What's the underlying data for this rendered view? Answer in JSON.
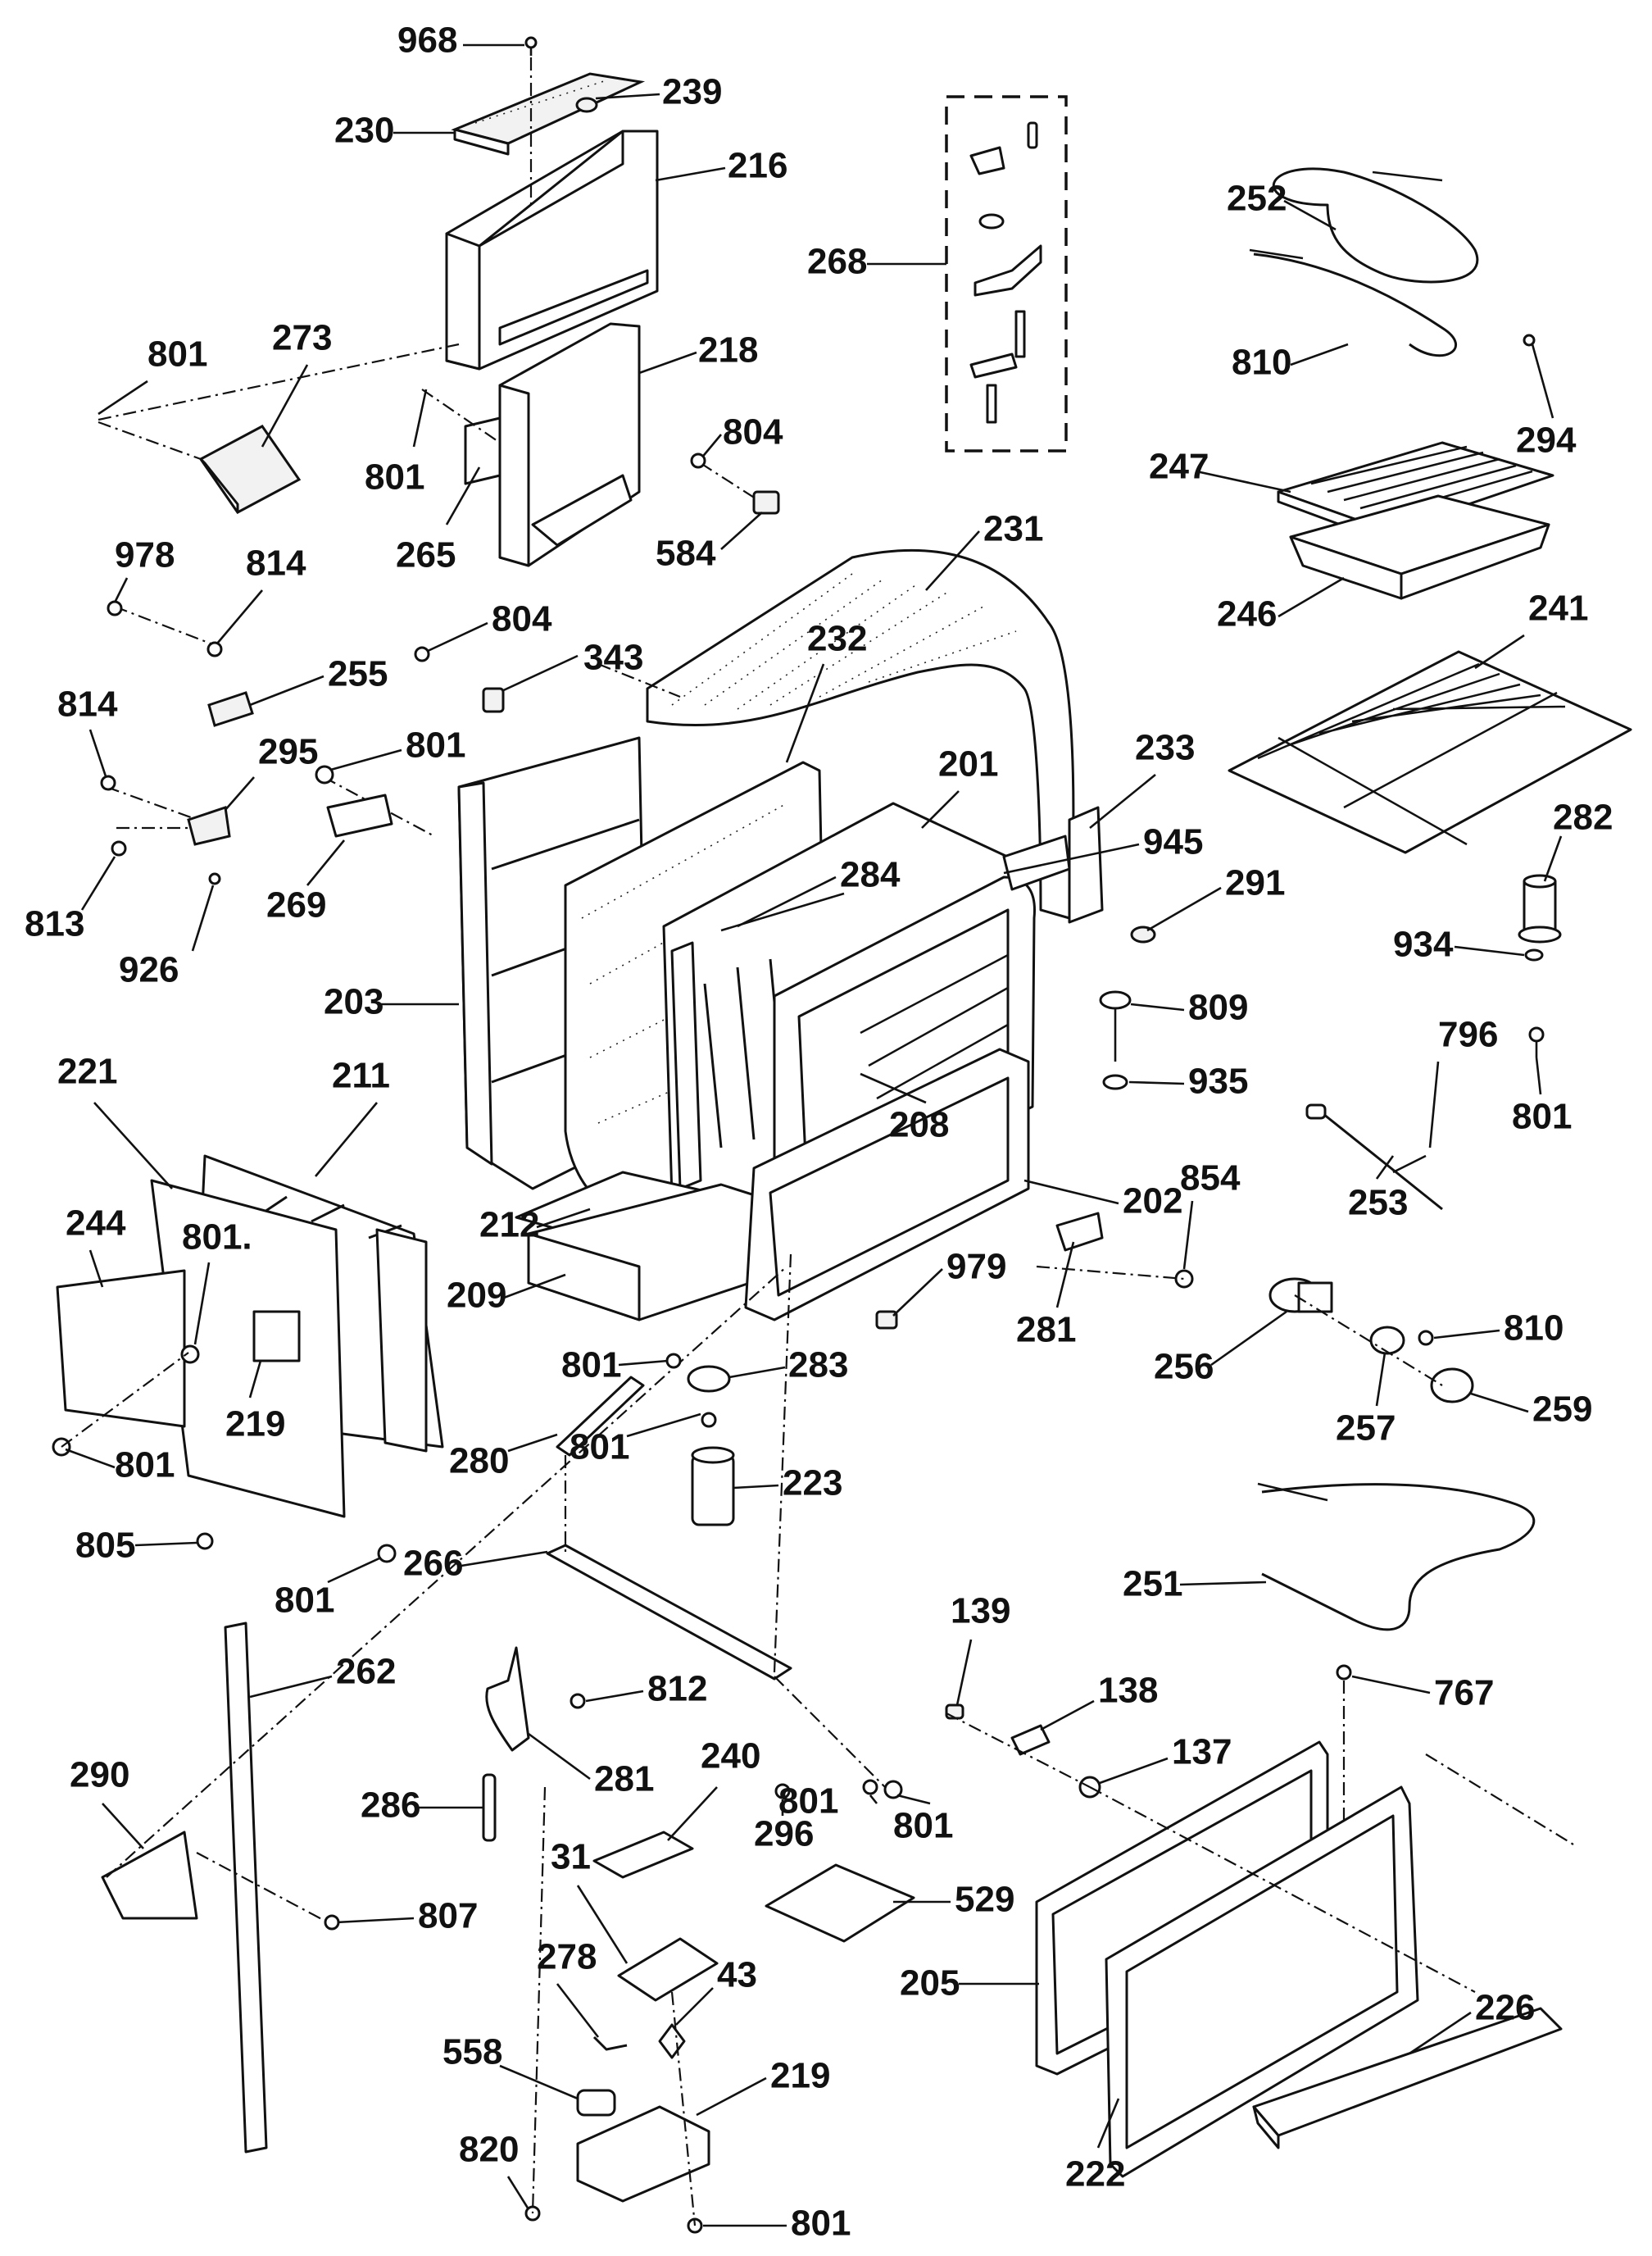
{
  "callouts": [
    {
      "id": "968",
      "text": "968"
    },
    {
      "id": "239",
      "text": "239"
    },
    {
      "id": "230",
      "text": "230"
    },
    {
      "id": "216",
      "text": "216"
    },
    {
      "id": "268",
      "text": "268"
    },
    {
      "id": "252",
      "text": "252"
    },
    {
      "id": "810a",
      "text": "810"
    },
    {
      "id": "294",
      "text": "294"
    },
    {
      "id": "801a",
      "text": "801"
    },
    {
      "id": "273",
      "text": "273"
    },
    {
      "id": "218",
      "text": "218"
    },
    {
      "id": "801b",
      "text": "801"
    },
    {
      "id": "265",
      "text": "265"
    },
    {
      "id": "804a",
      "text": "804"
    },
    {
      "id": "584",
      "text": "584"
    },
    {
      "id": "247",
      "text": "247"
    },
    {
      "id": "246",
      "text": "246"
    },
    {
      "id": "231",
      "text": "231"
    },
    {
      "id": "241",
      "text": "241"
    },
    {
      "id": "978",
      "text": "978"
    },
    {
      "id": "814a",
      "text": "814"
    },
    {
      "id": "804b",
      "text": "804"
    },
    {
      "id": "343",
      "text": "343"
    },
    {
      "id": "232",
      "text": "232"
    },
    {
      "id": "255",
      "text": "255"
    },
    {
      "id": "814b",
      "text": "814"
    },
    {
      "id": "295",
      "text": "295"
    },
    {
      "id": "801c",
      "text": "801"
    },
    {
      "id": "233",
      "text": "233"
    },
    {
      "id": "201",
      "text": "201"
    },
    {
      "id": "282",
      "text": "282"
    },
    {
      "id": "945",
      "text": "945"
    },
    {
      "id": "284",
      "text": "284"
    },
    {
      "id": "291",
      "text": "291"
    },
    {
      "id": "813",
      "text": "813"
    },
    {
      "id": "269",
      "text": "269"
    },
    {
      "id": "926",
      "text": "926"
    },
    {
      "id": "934",
      "text": "934"
    },
    {
      "id": "203",
      "text": "203"
    },
    {
      "id": "809",
      "text": "809"
    },
    {
      "id": "796",
      "text": "796"
    },
    {
      "id": "935",
      "text": "935"
    },
    {
      "id": "208",
      "text": "208"
    },
    {
      "id": "221",
      "text": "221"
    },
    {
      "id": "211",
      "text": "211"
    },
    {
      "id": "202",
      "text": "202"
    },
    {
      "id": "854",
      "text": "854"
    },
    {
      "id": "801d",
      "text": "801"
    },
    {
      "id": "253",
      "text": "253"
    },
    {
      "id": "212",
      "text": "212"
    },
    {
      "id": "244",
      "text": "244"
    },
    {
      "id": "801e",
      "text": "801."
    },
    {
      "id": "209",
      "text": "209"
    },
    {
      "id": "979",
      "text": "979"
    },
    {
      "id": "281a",
      "text": "281"
    },
    {
      "id": "810b",
      "text": "810"
    },
    {
      "id": "256",
      "text": "256"
    },
    {
      "id": "801f",
      "text": "801"
    },
    {
      "id": "283",
      "text": "283"
    },
    {
      "id": "219a",
      "text": "219"
    },
    {
      "id": "257",
      "text": "257"
    },
    {
      "id": "259",
      "text": "259"
    },
    {
      "id": "801g",
      "text": "801"
    },
    {
      "id": "280",
      "text": "280"
    },
    {
      "id": "801h",
      "text": "801"
    },
    {
      "id": "223",
      "text": "223"
    },
    {
      "id": "805",
      "text": "805"
    },
    {
      "id": "266",
      "text": "266"
    },
    {
      "id": "801i",
      "text": "801"
    },
    {
      "id": "251",
      "text": "251"
    },
    {
      "id": "139",
      "text": "139"
    },
    {
      "id": "262",
      "text": "262"
    },
    {
      "id": "812",
      "text": "812"
    },
    {
      "id": "138",
      "text": "138"
    },
    {
      "id": "767",
      "text": "767"
    },
    {
      "id": "290",
      "text": "290"
    },
    {
      "id": "281b",
      "text": "281"
    },
    {
      "id": "240",
      "text": "240"
    },
    {
      "id": "137",
      "text": "137"
    },
    {
      "id": "286",
      "text": "286"
    },
    {
      "id": "801j",
      "text": "801"
    },
    {
      "id": "296",
      "text": "296"
    },
    {
      "id": "801k",
      "text": "801"
    },
    {
      "id": "31",
      "text": "31"
    },
    {
      "id": "529",
      "text": "529"
    },
    {
      "id": "807",
      "text": "807"
    },
    {
      "id": "278",
      "text": "278"
    },
    {
      "id": "43",
      "text": "43"
    },
    {
      "id": "205",
      "text": "205"
    },
    {
      "id": "226",
      "text": "226"
    },
    {
      "id": "558",
      "text": "558"
    },
    {
      "id": "219b",
      "text": "219"
    },
    {
      "id": "820",
      "text": "820"
    },
    {
      "id": "222",
      "text": "222"
    },
    {
      "id": "801l",
      "text": "801"
    }
  ]
}
